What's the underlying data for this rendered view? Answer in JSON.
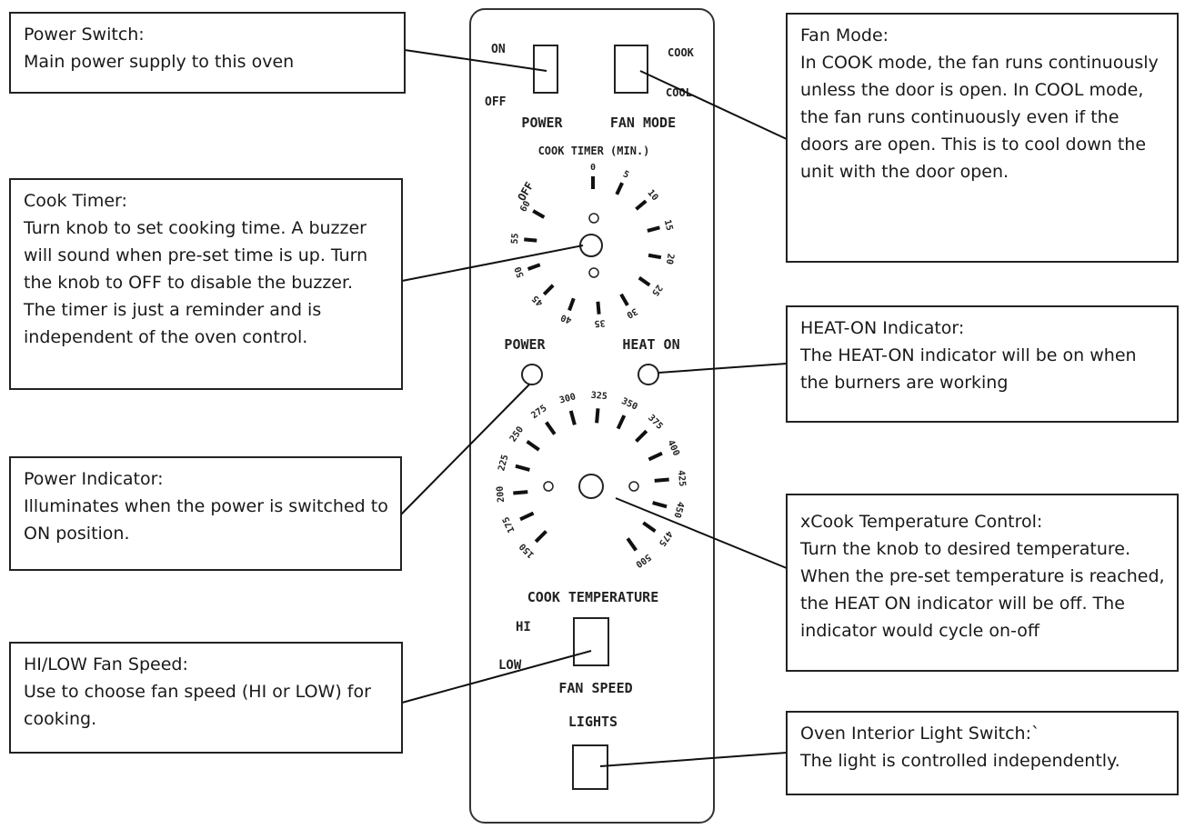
{
  "panel": {
    "on_label": "ON",
    "off_label": "OFF",
    "cook_label": "COOK",
    "cool_label": "COOL",
    "power_switch_label": "POWER",
    "fan_mode_label": "FAN MODE",
    "cook_timer_label": "COOK TIMER (MIN.)",
    "timer_off_label": "OFF",
    "timer_marks": [
      "0",
      "5",
      "10",
      "15",
      "20",
      "25",
      "30",
      "35",
      "40",
      "45",
      "50",
      "55",
      "60"
    ],
    "power_light_label": "POWER",
    "heat_on_label": "HEAT ON",
    "temp_marks": [
      "150",
      "175",
      "200",
      "225",
      "250",
      "275",
      "300",
      "325",
      "350",
      "375",
      "400",
      "425",
      "450",
      "475",
      "500"
    ],
    "cook_temperature_label": "COOK TEMPERATURE",
    "hi_label": "HI",
    "low_label": "LOW",
    "fan_speed_label": "FAN SPEED",
    "lights_label": "LIGHTS"
  },
  "callouts": {
    "power_switch": {
      "title": "Power Switch:",
      "desc": "Main power supply to this oven"
    },
    "cook_timer": {
      "title": "Cook Timer:",
      "desc": "Turn knob to set cooking time. A buzzer will sound when pre-set time is up. Turn the knob to OFF to disable the buzzer. The timer is just a reminder and is independent of the oven control."
    },
    "power_indicator": {
      "title": "Power Indicator:",
      "desc": "Illuminates when the power is switched to ON position."
    },
    "fan_speed": {
      "title": "HI/LOW Fan Speed:",
      "desc": "Use to choose fan speed (HI or LOW) for cooking."
    },
    "fan_mode": {
      "title": "Fan Mode:",
      "desc": "In COOK mode, the fan runs continuously unless the door is open. In COOL mode, the fan runs continuously even if the doors are open. This is to cool down the unit with the door open."
    },
    "heat_on": {
      "title": "HEAT-ON Indicator:",
      "desc": "The HEAT-ON indicator will be on when the burners are working"
    },
    "temperature": {
      "title": "xCook Temperature Control:",
      "desc": "Turn the knob to desired temperature. When the pre-set temperature is reached, the HEAT ON indicator will be off. The indicator would cycle on-off"
    },
    "light_switch": {
      "title": "Oven Interior Light Switch:`",
      "desc": "The light is controlled independently."
    }
  }
}
